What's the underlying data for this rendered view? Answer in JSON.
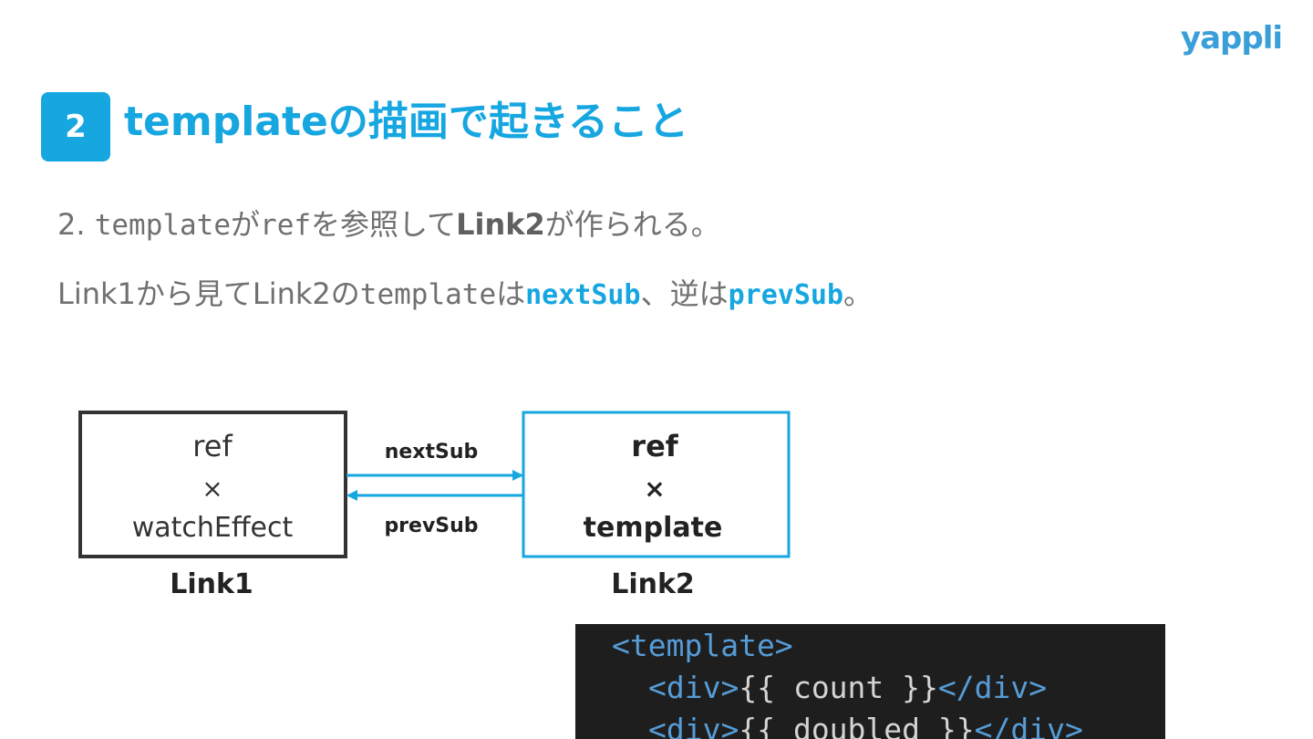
{
  "brand": {
    "logo_text": "yappli"
  },
  "section": {
    "number": "2",
    "title": "templateの描画で起きること"
  },
  "body": {
    "line1": {
      "prefix": "2. ",
      "code1": "template",
      "mid1": "が",
      "code2": "ref",
      "mid2": "を参照して",
      "strong": "Link2",
      "suffix": "が作られる。"
    },
    "line2": {
      "prefix": "Link1から見てLink2の",
      "code": "template",
      "mid": "は",
      "next": "nextSub",
      "mid2": "、逆は",
      "prev": "prevSub",
      "suffix": "。"
    }
  },
  "diagram": {
    "link1": {
      "line1": "ref",
      "line2": "×",
      "line3": "watchEffect",
      "label": "Link1"
    },
    "link2": {
      "line1": "ref",
      "line2": "×",
      "line3": "template",
      "label": "Link2"
    },
    "arrow_next": "nextSub",
    "arrow_prev": "prevSub",
    "colors": {
      "link2_border": "#16a6e0",
      "link1_border": "#333333"
    }
  },
  "code": {
    "line1": {
      "tag": "<template>"
    },
    "line2": {
      "open": "<div>",
      "text": "{{ count }}",
      "close": "</div>"
    },
    "line3": {
      "open": "<div>",
      "text": "{{ doubled }}",
      "close": "</div>"
    }
  }
}
